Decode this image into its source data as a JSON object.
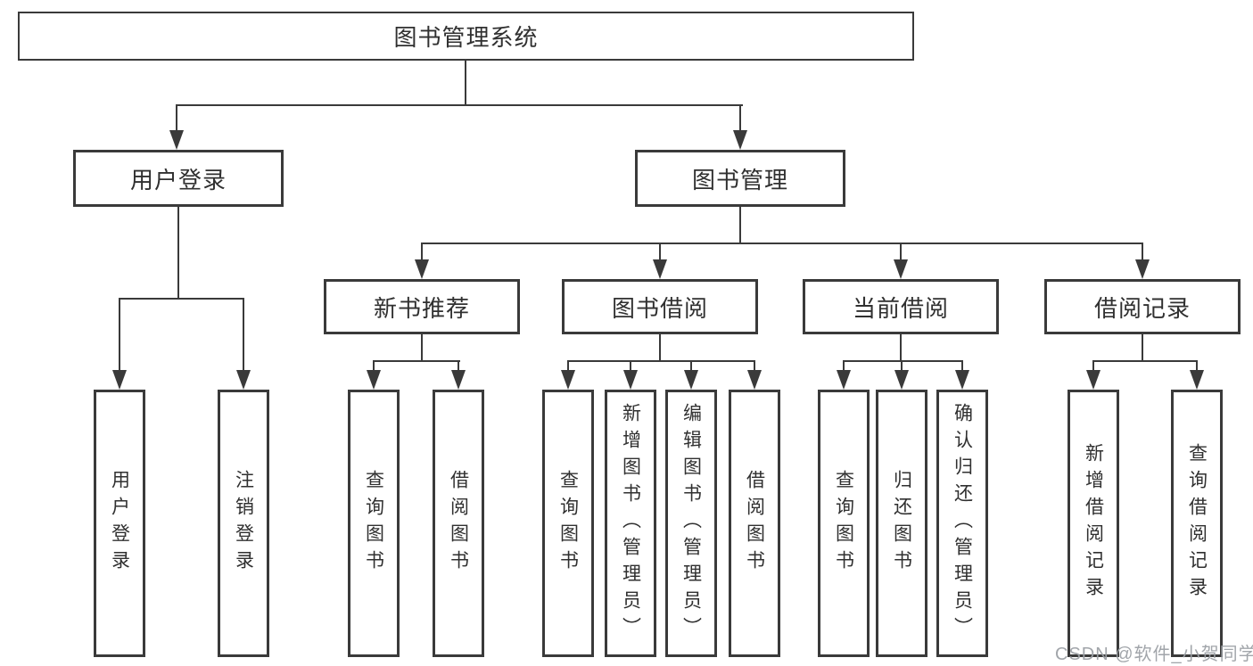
{
  "diagram": {
    "nodes": {
      "root": "图书管理系统",
      "user_login": "用户登录",
      "book_mgmt": "图书管理",
      "new_book_rec": "新书推荐",
      "book_borrow": "图书借阅",
      "current_borrow": "当前借阅",
      "borrow_records": "借阅记录"
    },
    "leaves": {
      "user_login": [
        "用户登录",
        "注销登录"
      ],
      "new_book_rec": [
        "查询图书",
        "借阅图书"
      ],
      "book_borrow": [
        "查询图书",
        "新增图书（管理员）",
        "编辑图书（管理员）",
        "借阅图书"
      ],
      "current_borrow": [
        "查询图书",
        "归还图书",
        "确认归还（管理员）"
      ],
      "borrow_records": [
        "新增借阅记录",
        "查询借阅记录"
      ]
    },
    "colors": {
      "line": "#3a3a3a",
      "text": "#303030",
      "background": "#ffffff",
      "watermark": "#9da1a6"
    },
    "watermark": "CSDN @软件_小贺同学"
  }
}
